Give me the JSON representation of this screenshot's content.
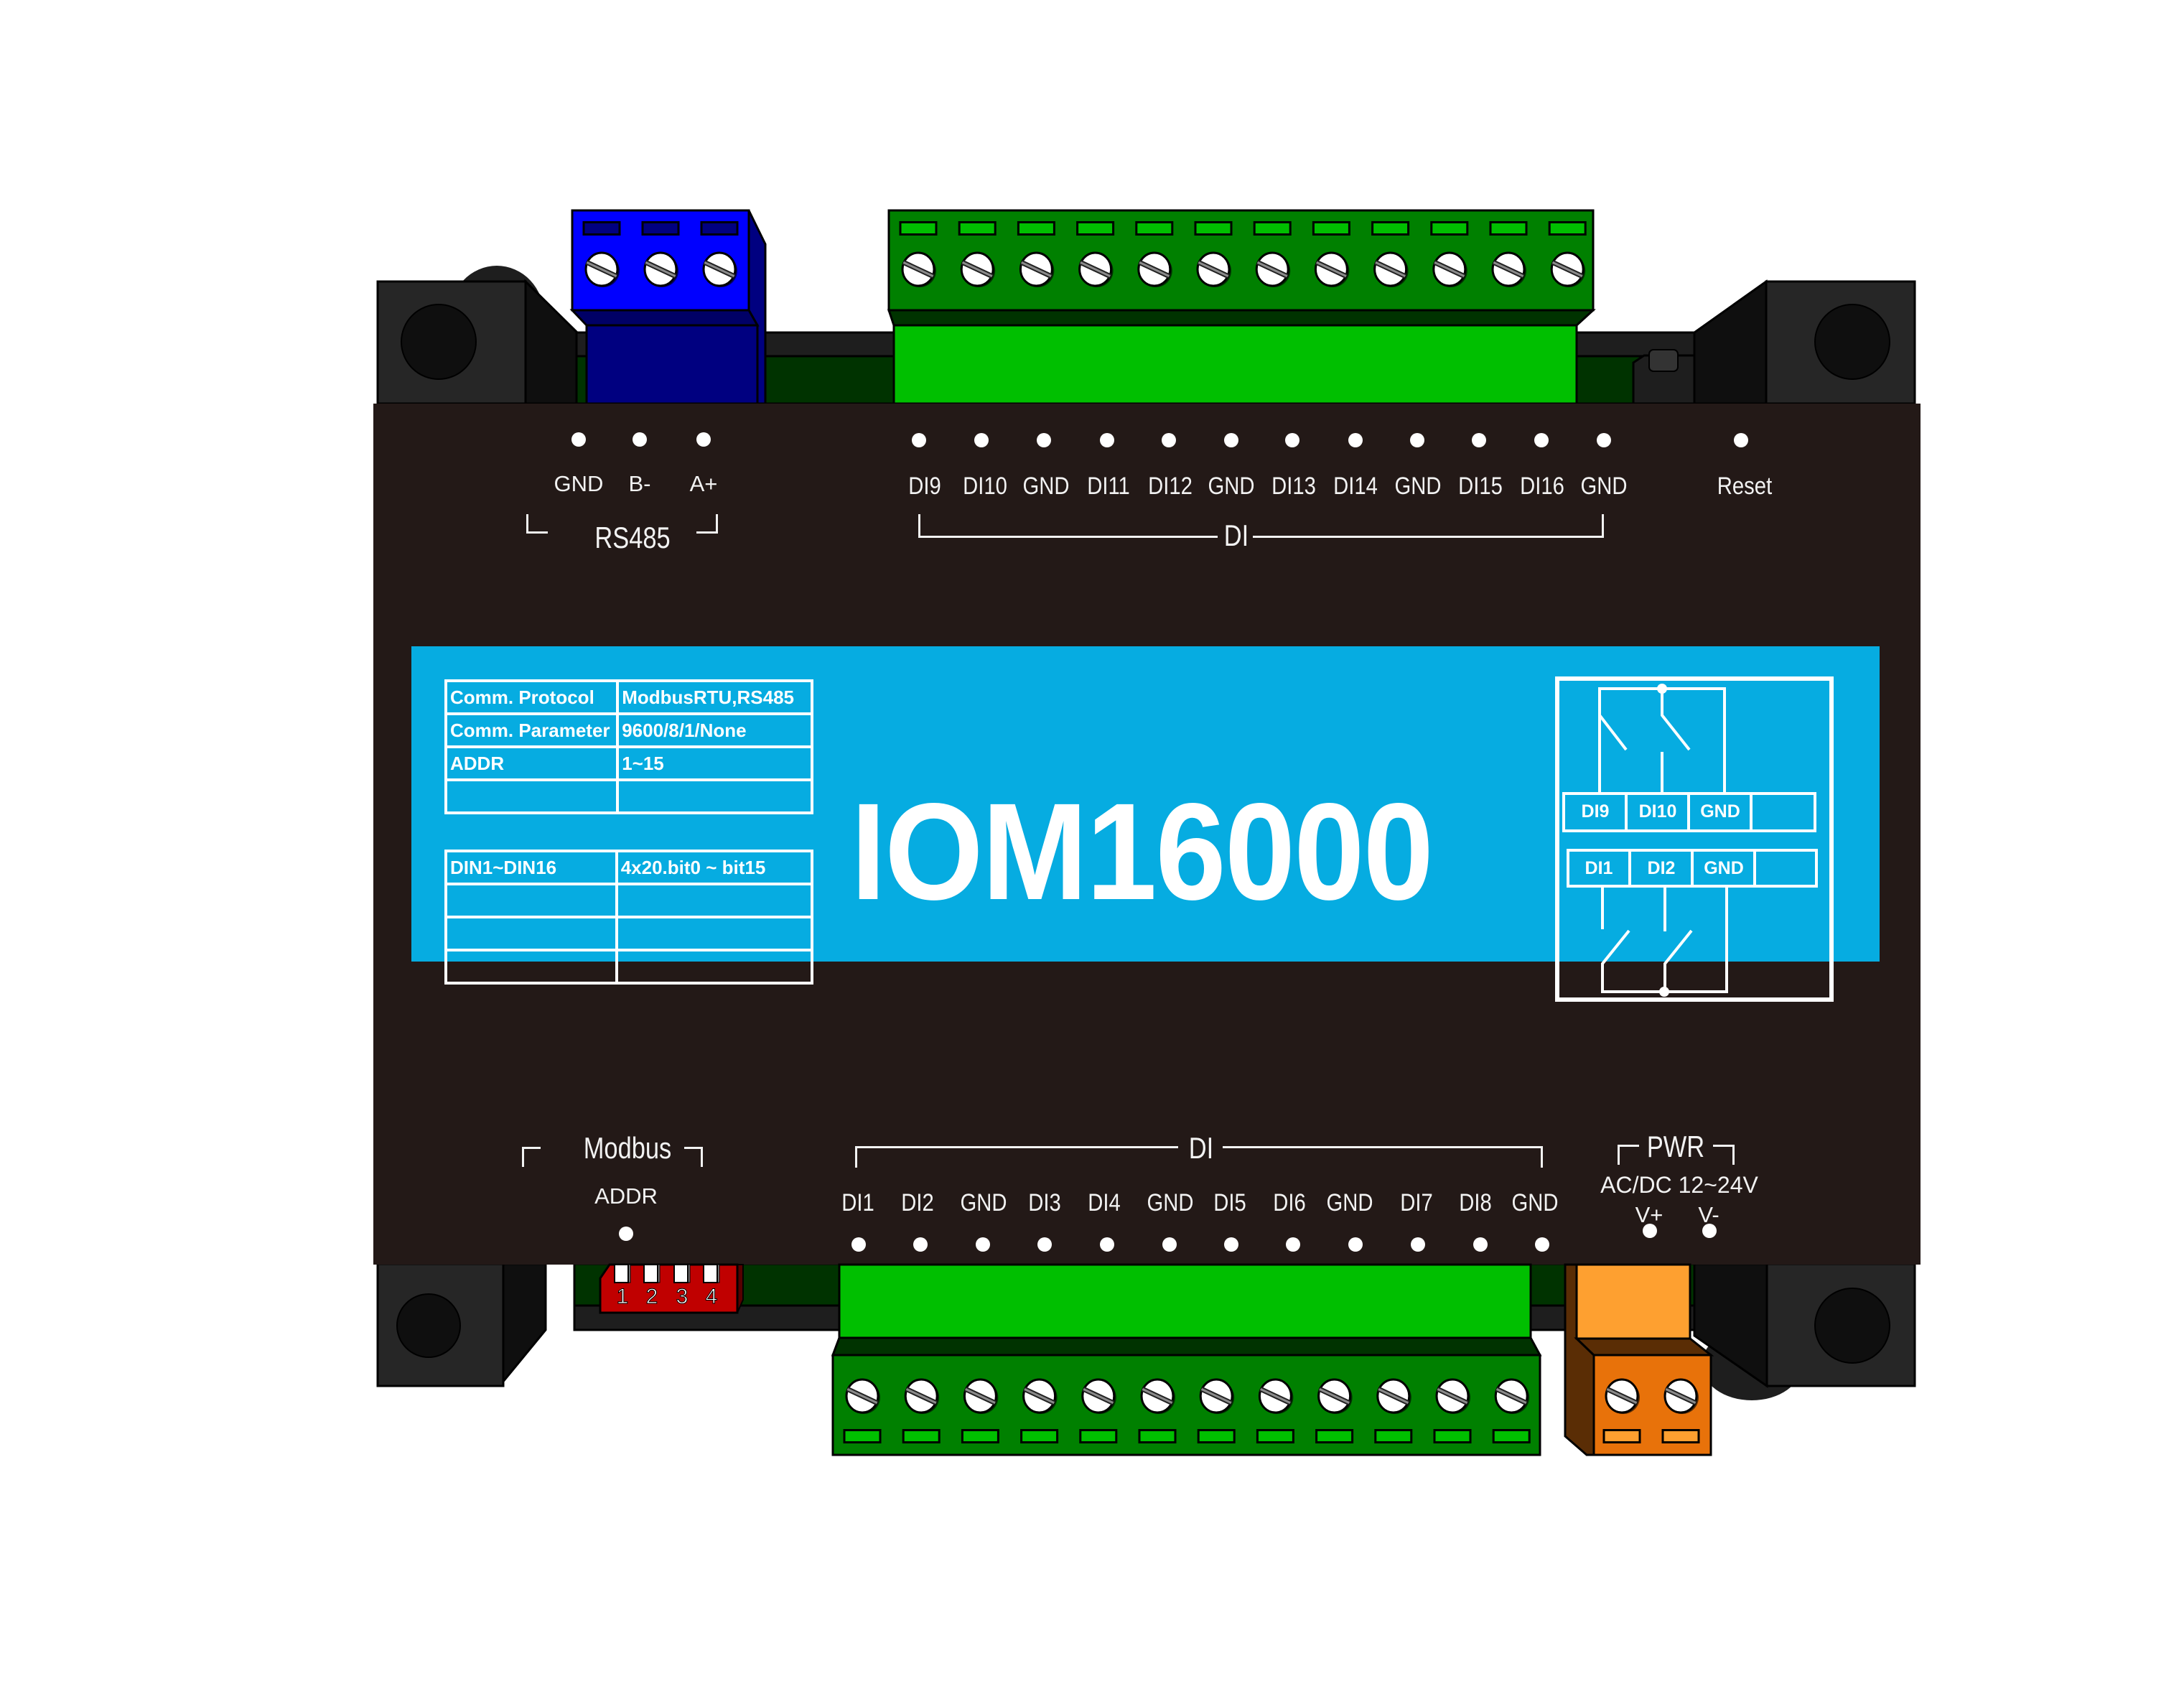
{
  "device": {
    "model": "IOM16000",
    "colors": {
      "body": "#231917",
      "label_panel": "#06ace1",
      "rs485_connector": "#0000ff",
      "di_connector": "#008000",
      "pwr_connector": "#e8720a",
      "dip_switch": "#c00000",
      "mount_foot": "#262626"
    }
  },
  "top_left": {
    "group_title": "RS485",
    "terminals": [
      "GND",
      "B-",
      "A+"
    ]
  },
  "top_di": {
    "group_title": "DI",
    "terminals": [
      "DI9",
      "DI10",
      "GND",
      "DI11",
      "DI12",
      "GND",
      "DI13",
      "DI14",
      "GND",
      "DI15",
      "DI16",
      "GND"
    ]
  },
  "reset": {
    "label": "Reset"
  },
  "spec_table_1": [
    [
      "Comm. Protocol",
      "ModbusRTU,RS485"
    ],
    [
      "Comm. Parameter",
      "9600/8/1/None"
    ],
    [
      "ADDR",
      "1~15"
    ],
    [
      "",
      ""
    ]
  ],
  "spec_table_2": [
    [
      "DIN1~DIN16",
      "4x20.bit0 ~ bit15"
    ],
    [
      "",
      ""
    ],
    [
      "",
      ""
    ],
    [
      "",
      ""
    ]
  ],
  "wiring_diagram": {
    "top_row": [
      "DI9",
      "DI10",
      "GND",
      ""
    ],
    "bottom_row": [
      "DI1",
      "DI2",
      "GND",
      ""
    ]
  },
  "modbus": {
    "group_title": "Modbus",
    "sub_label": "ADDR",
    "dip_positions": [
      "1",
      "2",
      "3",
      "4"
    ]
  },
  "bottom_di": {
    "group_title": "DI",
    "terminals": [
      "DI1",
      "DI2",
      "GND",
      "DI3",
      "DI4",
      "GND",
      "DI5",
      "DI6",
      "GND",
      "DI7",
      "DI8",
      "GND"
    ]
  },
  "pwr": {
    "group_title": "PWR",
    "spec": "AC/DC 12~24V",
    "terminals": [
      "V+",
      "V-"
    ]
  }
}
